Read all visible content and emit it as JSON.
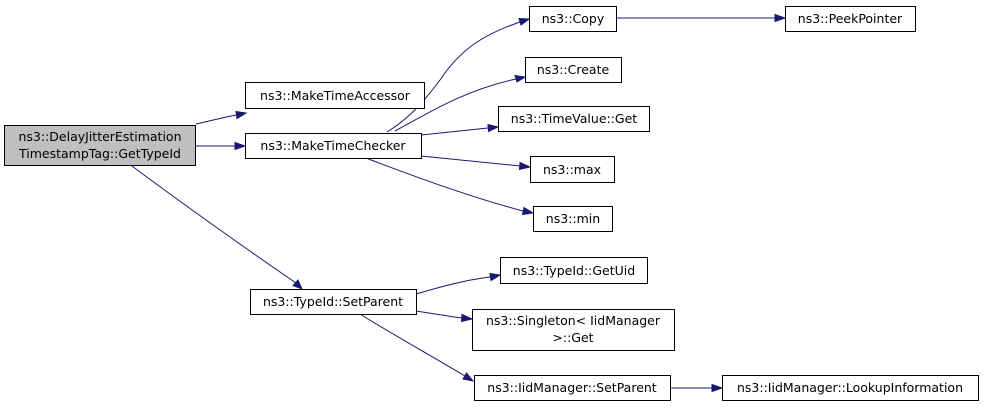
{
  "graph": {
    "nodes": {
      "root": {
        "line1": "ns3::DelayJitterEstimation",
        "line2": "TimestampTag::GetTypeId"
      },
      "make_time_accessor": {
        "label": "ns3::MakeTimeAccessor"
      },
      "make_time_checker": {
        "label": "ns3::MakeTimeChecker"
      },
      "typeid_set_parent": {
        "label": "ns3::TypeId::SetParent"
      },
      "copy": {
        "label": "ns3::Copy"
      },
      "peek_pointer": {
        "label": "ns3::PeekPointer"
      },
      "create": {
        "label": "ns3::Create"
      },
      "timevalue_get": {
        "label": "ns3::TimeValue::Get"
      },
      "max": {
        "label": "ns3::max"
      },
      "min": {
        "label": "ns3::min"
      },
      "typeid_getuid": {
        "label": "ns3::TypeId::GetUid"
      },
      "singleton_get": {
        "line1": "ns3::Singleton< IidManager",
        "line2": ">::Get"
      },
      "iidmanager_set_parent": {
        "label": "ns3::IidManager::SetParent"
      },
      "iidmanager_lookup": {
        "label": "ns3::IidManager::LookupInformation"
      }
    },
    "colors": {
      "edge": "#191970",
      "root_fill": "#bfbfbf",
      "node_fill": "#ffffff",
      "node_border": "#000000"
    }
  }
}
